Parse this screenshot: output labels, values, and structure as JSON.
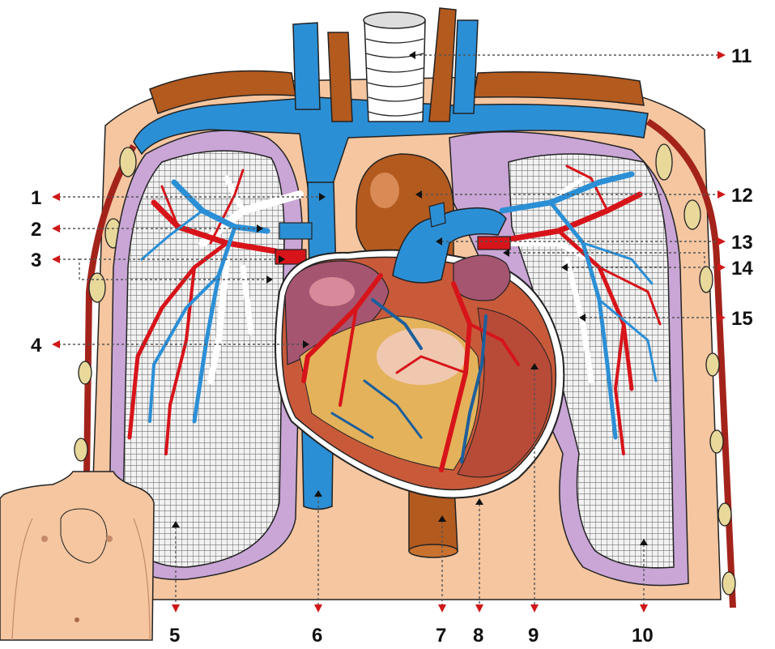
{
  "labels": {
    "l1": "1",
    "l2": "2",
    "l3": "3",
    "l4": "4",
    "l5": "5",
    "l6": "6",
    "l7": "7",
    "l8": "8",
    "l9": "9",
    "l10": "10",
    "l11": "11",
    "l12": "12",
    "l13": "13",
    "l14": "14",
    "l15": "15"
  },
  "colors": {
    "artery_red": "#d7141a",
    "vein_blue": "#2b8fd6",
    "aorta_brown": "#b35a1f",
    "pleura_purple": "#c9a6d6",
    "skin": "#f5c6a0",
    "thorax_wall": "#a3231b",
    "cartilage": "#e8d89a"
  }
}
